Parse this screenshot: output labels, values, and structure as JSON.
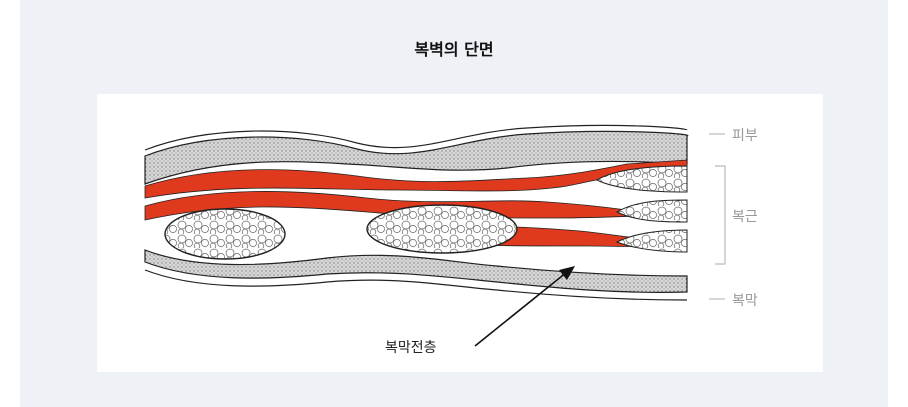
{
  "title": "복벽의 단면",
  "labels": {
    "skin": "피부",
    "muscle": "복근",
    "peritoneum": "복막",
    "preperitoneal": "복막전층"
  },
  "colors": {
    "panel_bg": "#eef2f6",
    "muscle_red": "#e03a1e",
    "label_gray": "#999999"
  }
}
